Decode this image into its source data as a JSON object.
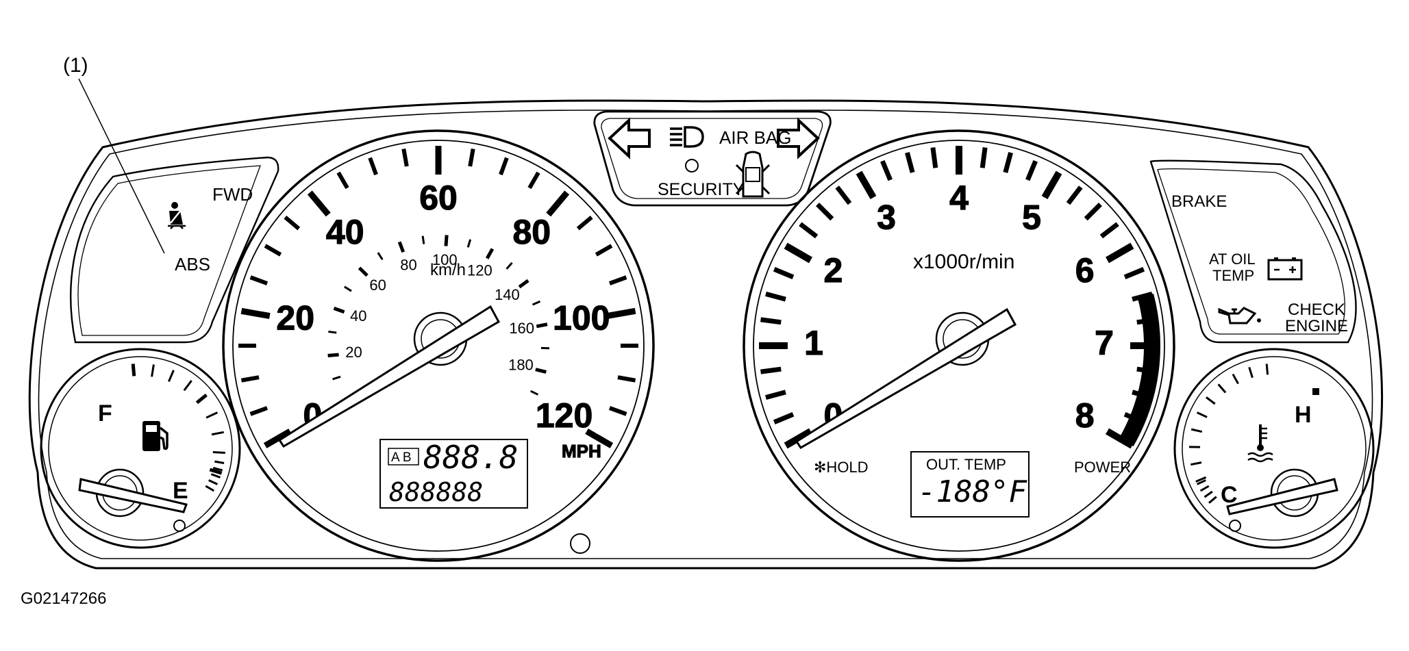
{
  "callout": {
    "label": "(1)"
  },
  "figure_id": "G02147266",
  "left_panel": {
    "fwd": "FWD",
    "abs": "ABS",
    "seatbelt_icon": "seatbelt-warning-icon"
  },
  "center_panel": {
    "airbag": "AIR BAG",
    "security": "SECURITY",
    "left_arrow_icon": "turn-signal-left-icon",
    "right_arrow_icon": "turn-signal-right-icon",
    "headlight_icon": "high-beam-icon",
    "car_icon": "car-door-icon"
  },
  "right_panel": {
    "brake": "BRAKE",
    "at_oil": "AT OIL",
    "temp": "TEMP",
    "check": "CHECK",
    "engine": "ENGINE",
    "battery_icon": "battery-icon",
    "oil_icon": "oil-can-icon"
  },
  "fuel_gauge": {
    "full": "F",
    "empty": "E",
    "icon": "fuel-pump-icon"
  },
  "speedometer": {
    "mph_labels": [
      "0",
      "20",
      "40",
      "60",
      "80",
      "100",
      "120"
    ],
    "kmh_labels": [
      "20",
      "40",
      "60",
      "80",
      "100",
      "120",
      "140",
      "160",
      "180"
    ],
    "kmh_unit": "km/h",
    "mph_unit": "MPH",
    "odometer": {
      "ab": "A B",
      "trip": "888.8",
      "total": "888888"
    }
  },
  "tachometer": {
    "labels": [
      "0",
      "1",
      "2",
      "3",
      "4",
      "5",
      "6",
      "7",
      "8"
    ],
    "unit": "x1000r/min",
    "hold": "✻HOLD",
    "power": "POWER",
    "out_temp_label": "OUT. TEMP",
    "out_temp_value": "-188°F"
  },
  "temp_gauge": {
    "hot": "H",
    "cold": "C",
    "icon": "coolant-temperature-icon"
  }
}
